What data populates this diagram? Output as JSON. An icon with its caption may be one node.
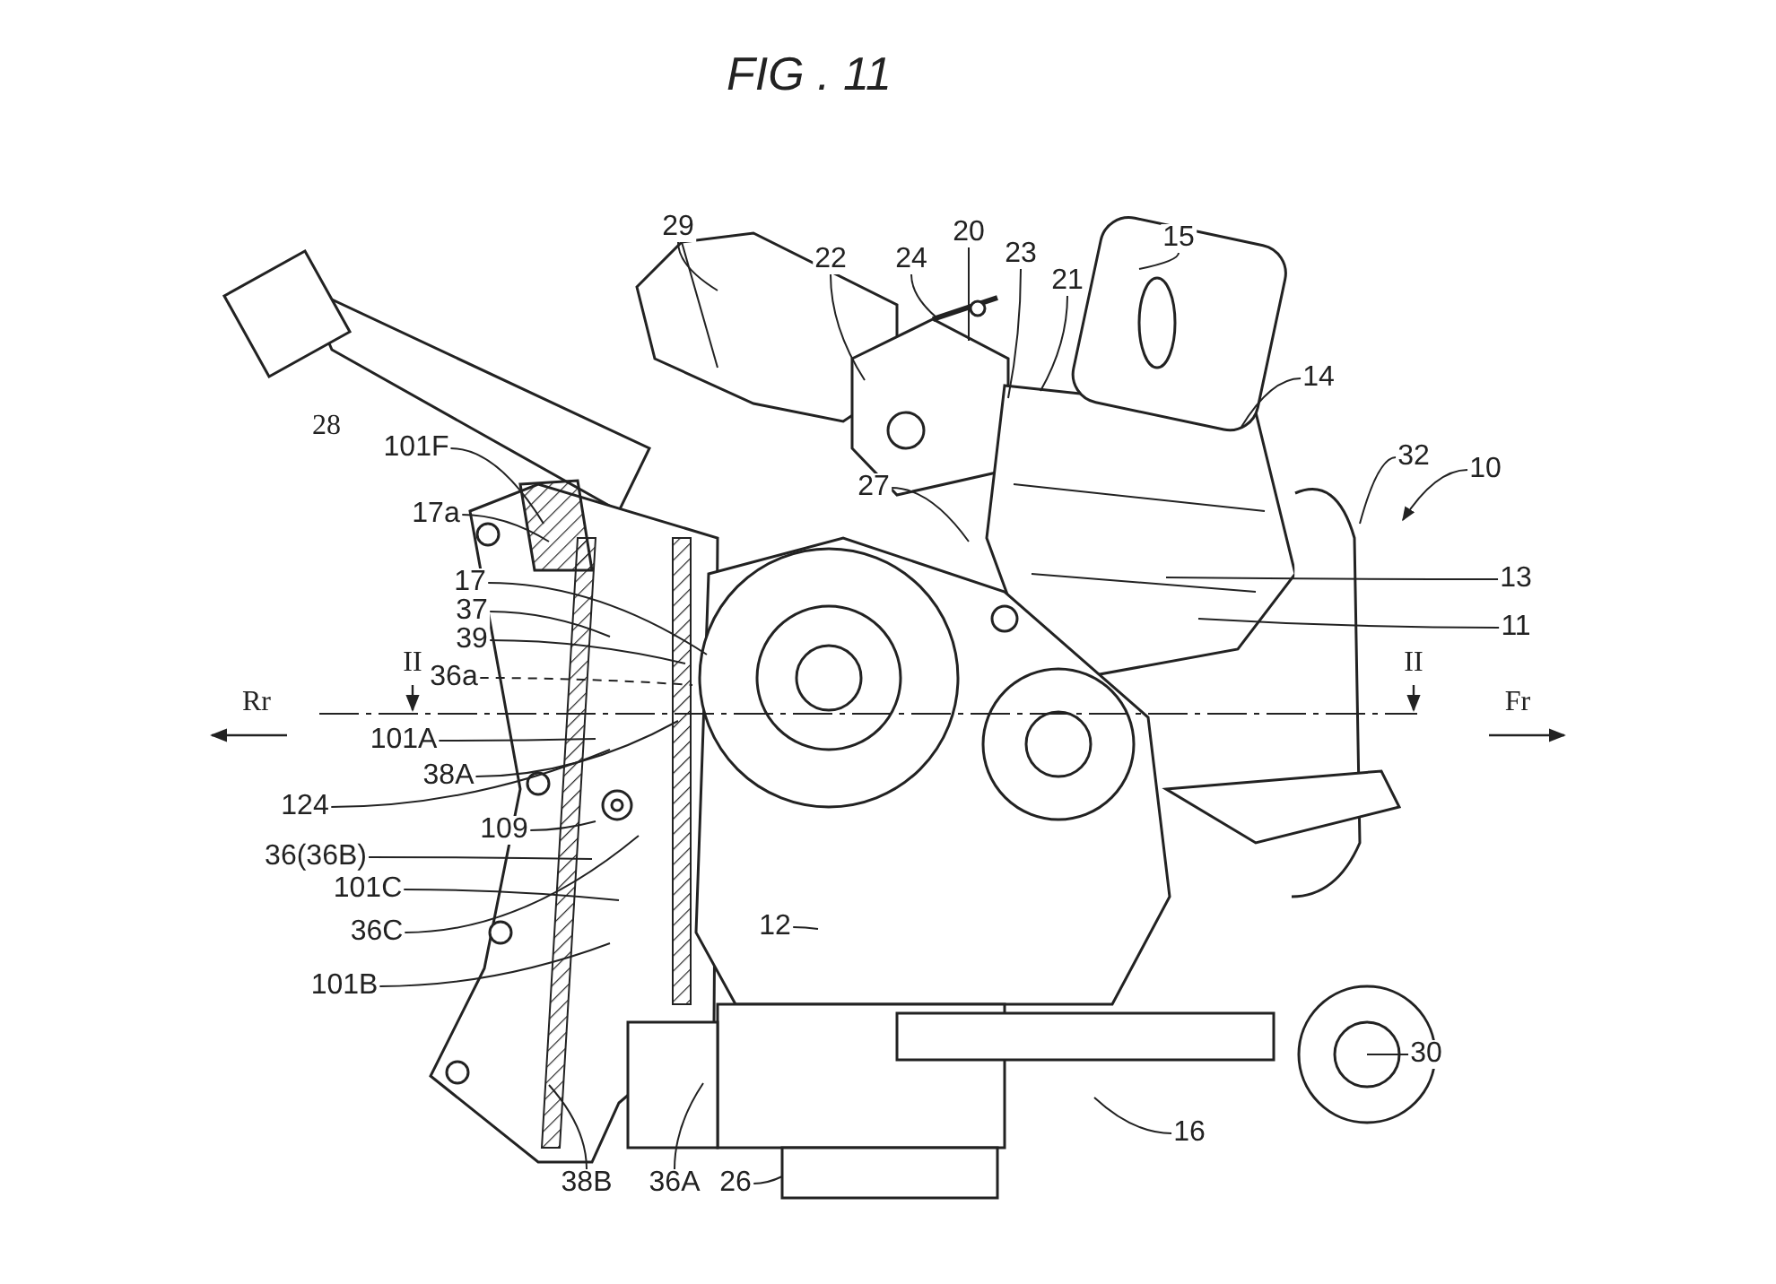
{
  "diagram": {
    "title": "FIG . 11",
    "nodes": [
      {
        "text": [
          "29"
        ]
      },
      {
        "text": [
          "22"
        ]
      },
      {
        "text": [
          "24"
        ]
      },
      {
        "text": [
          "20"
        ]
      },
      {
        "text": [
          "23"
        ]
      },
      {
        "text": [
          "21"
        ]
      },
      {
        "text": [
          "15"
        ]
      },
      {
        "text": [
          "14"
        ]
      },
      {
        "text": [
          "101F"
        ]
      },
      {
        "text": [
          "32"
        ]
      },
      {
        "text": [
          "10"
        ]
      },
      {
        "text": [
          "17a"
        ]
      },
      {
        "text": [
          "27"
        ]
      },
      {
        "text": [
          "13"
        ]
      },
      {
        "text": [
          "17"
        ]
      },
      {
        "text": [
          "37"
        ]
      },
      {
        "text": [
          "39"
        ]
      },
      {
        "text": [
          "11"
        ]
      },
      {
        "text": [
          "36a"
        ]
      },
      {
        "text": [
          "101A"
        ]
      },
      {
        "text": [
          "38A"
        ]
      },
      {
        "text": [
          "124"
        ]
      },
      {
        "text": [
          "109"
        ]
      },
      {
        "text": [
          "36(36B)"
        ]
      },
      {
        "text": [
          "101C"
        ]
      },
      {
        "text": [
          "36C"
        ]
      },
      {
        "text": [
          "12"
        ]
      },
      {
        "text": [
          "101B"
        ]
      },
      {
        "text": [
          "30"
        ]
      },
      {
        "text": [
          "16"
        ]
      },
      {
        "text": [
          "38B"
        ]
      },
      {
        "text": [
          "36A"
        ]
      },
      {
        "text": [
          "26"
        ]
      }
    ],
    "edges": [
      {
        "from": 0,
        "to": null,
        "arrow": "none"
      },
      {
        "from": 1,
        "to": null,
        "arrow": "none"
      },
      {
        "from": 2,
        "to": null,
        "arrow": "none"
      },
      {
        "from": 3,
        "to": null,
        "arrow": "none"
      },
      {
        "from": 4,
        "to": null,
        "arrow": "none"
      },
      {
        "from": 5,
        "to": null,
        "arrow": "none"
      },
      {
        "from": 6,
        "to": null,
        "arrow": "none"
      },
      {
        "from": 7,
        "to": null,
        "arrow": "none"
      },
      {
        "from": 8,
        "to": null,
        "arrow": "none"
      },
      {
        "from": 9,
        "to": null,
        "arrow": "none"
      },
      {
        "from": 10,
        "to": null,
        "arrow": "to"
      },
      {
        "from": 11,
        "to": null,
        "arrow": "none"
      },
      {
        "from": 12,
        "to": null,
        "arrow": "none"
      },
      {
        "from": 13,
        "to": null,
        "arrow": "none"
      },
      {
        "from": 14,
        "to": null,
        "arrow": "none"
      },
      {
        "from": 15,
        "to": null,
        "arrow": "none"
      },
      {
        "from": 16,
        "to": null,
        "arrow": "none"
      },
      {
        "from": 17,
        "to": null,
        "arrow": "none"
      },
      {
        "from": 18,
        "to": null,
        "arrow": "none",
        "style": "dashed"
      },
      {
        "from": 19,
        "to": null,
        "arrow": "none"
      },
      {
        "from": 20,
        "to": null,
        "arrow": "none"
      },
      {
        "from": 21,
        "to": null,
        "arrow": "none"
      },
      {
        "from": 22,
        "to": null,
        "arrow": "none"
      },
      {
        "from": 23,
        "to": null,
        "arrow": "none"
      },
      {
        "from": 24,
        "to": null,
        "arrow": "none"
      },
      {
        "from": 25,
        "to": null,
        "arrow": "none"
      },
      {
        "from": 26,
        "to": null,
        "arrow": "none"
      },
      {
        "from": 27,
        "to": null,
        "arrow": "none"
      },
      {
        "from": 28,
        "to": null,
        "arrow": "none"
      },
      {
        "from": 29,
        "to": null,
        "arrow": "none"
      },
      {
        "from": 30,
        "to": null,
        "arrow": "none"
      },
      {
        "from": 31,
        "to": null,
        "arrow": "none"
      },
      {
        "from": 32,
        "to": null,
        "arrow": "none"
      }
    ],
    "labels": [
      "28",
      "II",
      "II",
      "Rr",
      "Fr"
    ]
  }
}
